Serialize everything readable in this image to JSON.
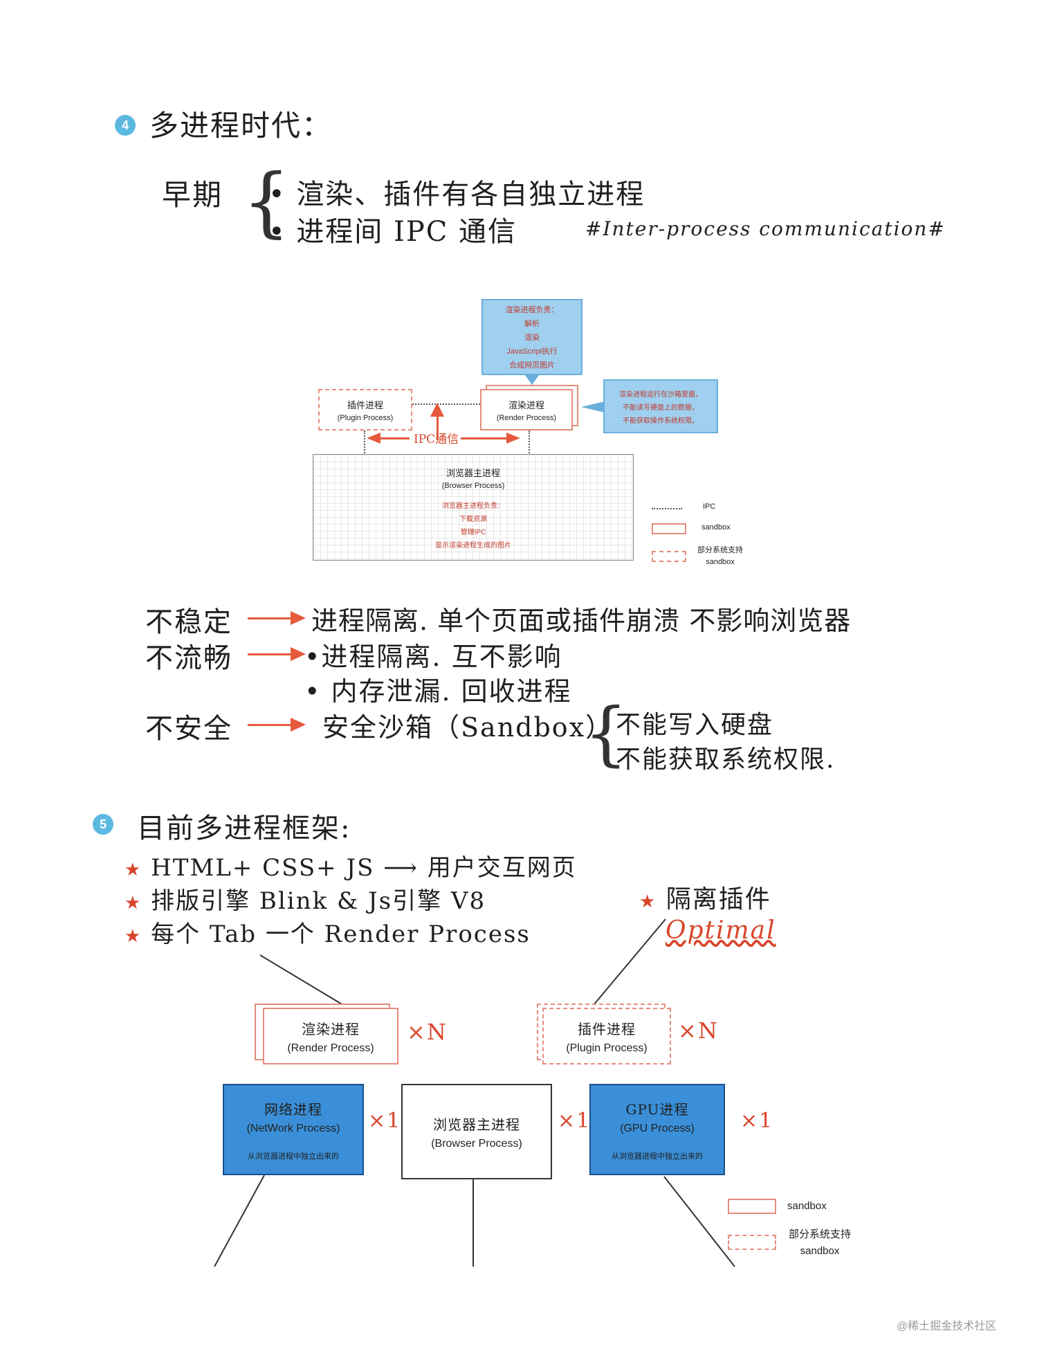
{
  "section4": {
    "badge": "4",
    "title": "多进程时代：",
    "early_label": "早期",
    "early_items": [
      "渲染、插件有各自独立进程",
      "进程间 IPC 通信"
    ],
    "ipc_note": "#Inter-process communication#"
  },
  "diagram1": {
    "render_duty_box": {
      "title": "渲染进程负责：",
      "lines": [
        "解析",
        "渲染",
        "JavaScript执行",
        "合成网页图片"
      ]
    },
    "plugin_process": {
      "name": "插件进程",
      "en": "(Plugin Process)"
    },
    "render_process": {
      "name": "渲染进程",
      "en": "(Render Process)"
    },
    "sandbox_note": [
      "渲染进程运行在沙箱里面，",
      "不能读写硬盘上的数据，",
      "不能获取操作系统权限。"
    ],
    "ipc_label": "IPC通信",
    "browser_process": {
      "name": "浏览器主进程",
      "en": "(Browser Process)",
      "duty_title": "浏览器主进程负责：",
      "duties": [
        "下载资源",
        "管理IPC",
        "显示渲染进程生成的图片"
      ]
    },
    "legend": {
      "ipc": "IPC",
      "sandbox": "sandbox",
      "partial": "部分系统支持",
      "partial2": "sandbox"
    }
  },
  "problems": [
    {
      "label": "不稳定",
      "solution": "进程隔离. 单个页面或插件崩溃 不影响浏览器"
    },
    {
      "label": "不流畅",
      "solution": "•进程隔离. 互不影响",
      "extra": "• 内存泄漏. 回收进程"
    },
    {
      "label": "不安全",
      "solution": "安全沙箱（Sandbox）",
      "brace_items": [
        "不能写入硬盘",
        "不能获取系统权限."
      ]
    }
  ],
  "section5": {
    "badge": "5",
    "title": "目前多进程框架:",
    "bullets": [
      "HTML+ CSS+ JS ⟶ 用户交互网页",
      "排版引擎 Blink & Js引擎 V8",
      "每个 Tab 一个 Render Process"
    ],
    "isolate_note": "隔离插件",
    "optimal": "Optimal"
  },
  "diagram2": {
    "render_process": {
      "name": "渲染进程",
      "en": "(Render Process)",
      "mult": "×N"
    },
    "plugin_process": {
      "name": "插件进程",
      "en": "(Plugin Process)",
      "mult": "×N"
    },
    "network_process": {
      "name": "网络进程",
      "en": "(NetWork Process)",
      "sub": "从浏览器进程中独立出来的",
      "mult": "×1"
    },
    "browser_process": {
      "name": "浏览器主进程",
      "en": "(Browser Process)",
      "mult": "×1"
    },
    "gpu_process": {
      "name": "GPU进程",
      "en": "(GPU Process)",
      "sub": "从浏览器进程中独立出来的",
      "mult": "×1"
    },
    "legend": {
      "sandbox": "sandbox",
      "partial": "部分系统支持",
      "partial2": "sandbox"
    }
  },
  "watermark": "@稀土掘金技术社区"
}
